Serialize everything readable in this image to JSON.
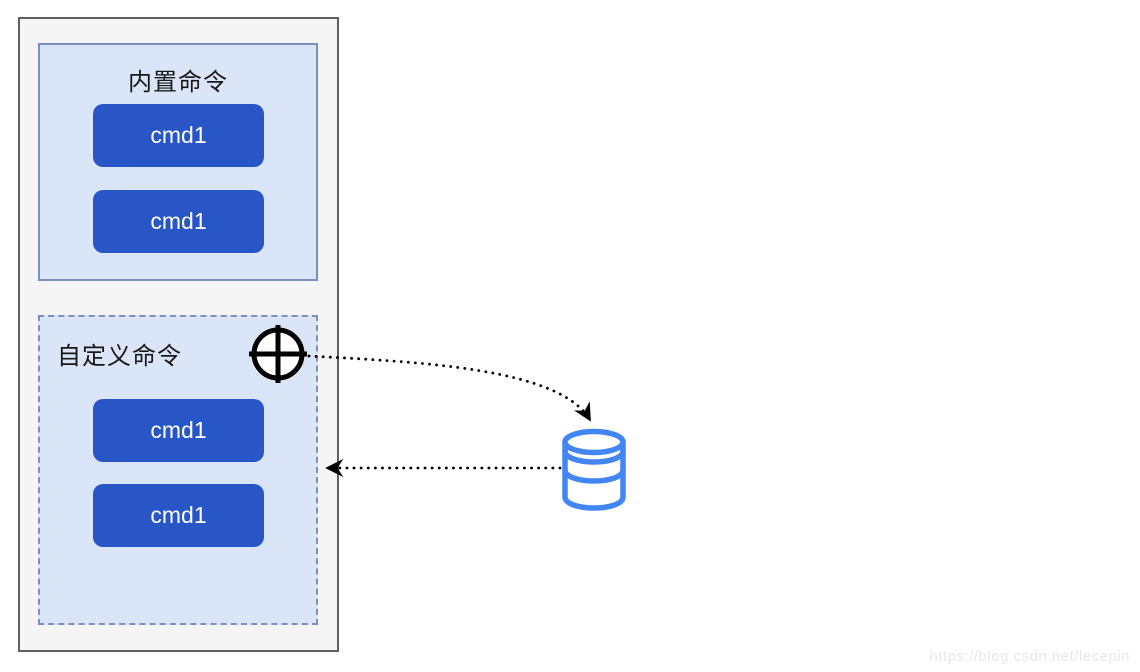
{
  "builtin_group": {
    "title": "内置命令",
    "buttons": [
      {
        "label": "cmd1"
      },
      {
        "label": "cmd1"
      }
    ]
  },
  "custom_group": {
    "title": "自定义命令",
    "buttons": [
      {
        "label": "cmd1"
      },
      {
        "label": "cmd1"
      }
    ]
  },
  "icons": [
    {
      "name": "plus-circle-icon"
    },
    {
      "name": "database-icon"
    }
  ],
  "connections": [
    {
      "from": "plus-circle-icon",
      "to": "database-icon",
      "style": "dotted-curved-arrow"
    },
    {
      "from": "database-icon",
      "to": "custom-commands-group",
      "style": "dotted-straight-arrow"
    }
  ],
  "colors": {
    "button_blue": "#2856c7",
    "panel_fill_light_blue": "#dbe5f8",
    "panel_border_blue": "#7b90bf",
    "outer_border_gray": "#5f5f5f",
    "outer_fill_gray": "#f5f5f5",
    "database_blue": "#4285f4",
    "arrow_black": "#000000",
    "watermark_gray": "#e8e8e8"
  },
  "watermark": "https://blog.csdn.net/lecepin"
}
